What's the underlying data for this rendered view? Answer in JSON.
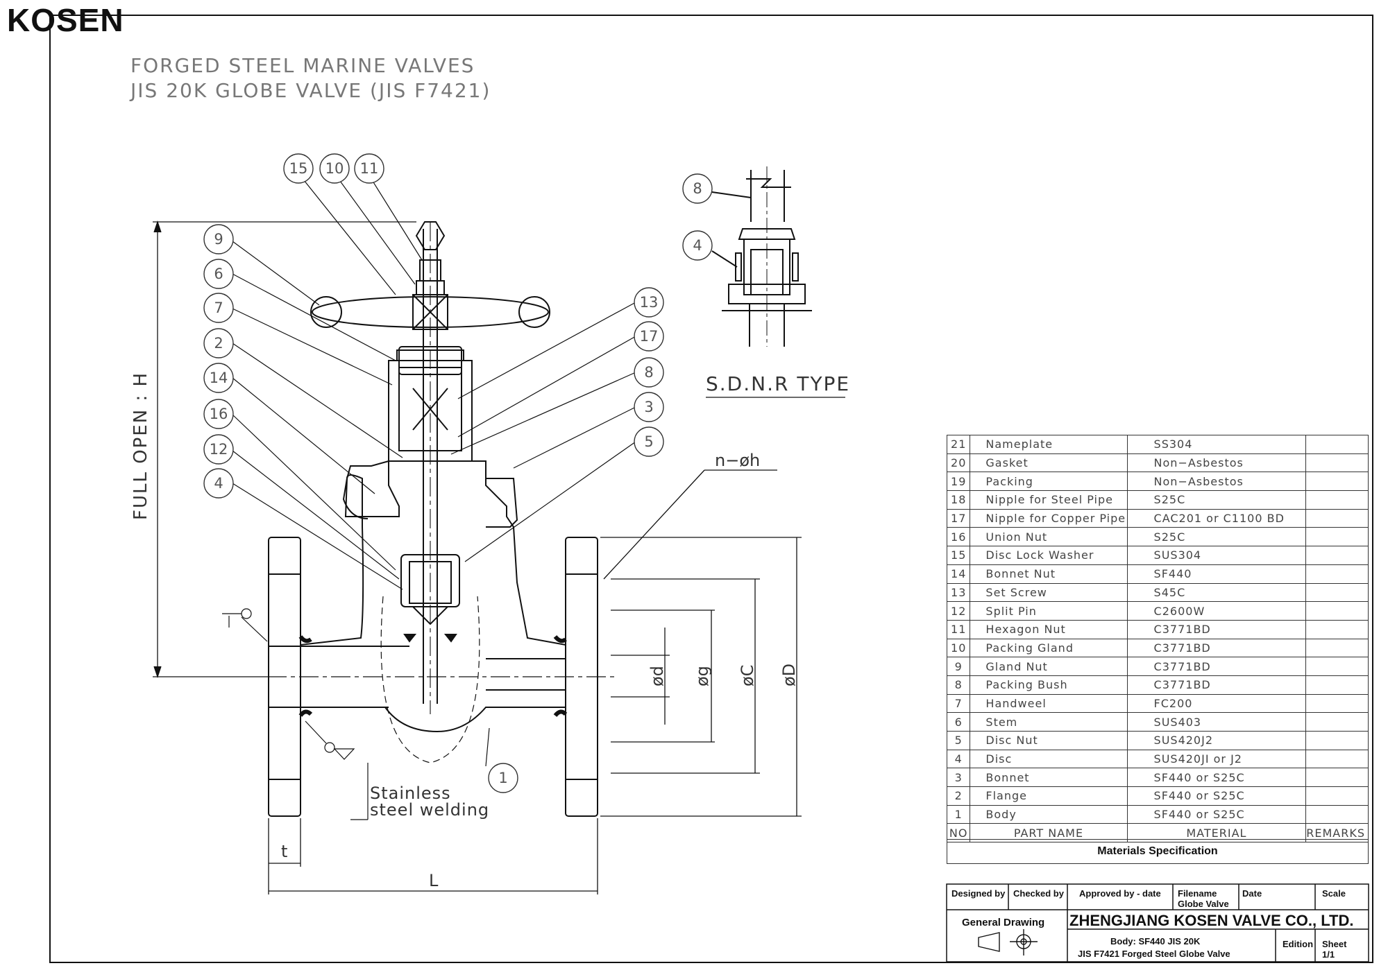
{
  "brand": {
    "logo": "KOSEN"
  },
  "title": {
    "line1": "FORGED STEEL MARINE VALVES",
    "line2": "JIS 20K GLOBE VALVE (JIS F7421)"
  },
  "drawing_labels": {
    "sdnr_type": "S.D.N.R TYPE",
    "full_open": "FULL OPEN : H",
    "n_h": "n−øh",
    "od": "ød",
    "og": "øg",
    "oc": "øC",
    "oD": "øD",
    "t": "t",
    "L": "L",
    "welding_1": "Stainless",
    "welding_2": "steel welding"
  },
  "balloons": [
    "15",
    "10",
    "11",
    "9",
    "6",
    "7",
    "2",
    "14",
    "16",
    "12",
    "4",
    "13",
    "17",
    "8",
    "3",
    "5",
    "1",
    "8",
    "4"
  ],
  "parts_table": {
    "header": {
      "no": "NO",
      "name": "PART NAME",
      "material": "MATERIAL",
      "remarks": "REMARKS"
    },
    "rows": [
      {
        "no": "21",
        "name": "Nameplate",
        "material": "SS304"
      },
      {
        "no": "20",
        "name": "Gasket",
        "material": "Non−Asbestos"
      },
      {
        "no": "19",
        "name": "Packing",
        "material": "Non−Asbestos"
      },
      {
        "no": "18",
        "name": "Nipple for Steel Pipe",
        "material": "S25C"
      },
      {
        "no": "17",
        "name": "Nipple for Copper Pipe",
        "material": "CAC201 or C1100 BD"
      },
      {
        "no": "16",
        "name": "Union Nut",
        "material": "S25C"
      },
      {
        "no": "15",
        "name": "Disc Lock Washer",
        "material": "SUS304"
      },
      {
        "no": "14",
        "name": "Bonnet Nut",
        "material": "SF440"
      },
      {
        "no": "13",
        "name": "Set Screw",
        "material": "S45C"
      },
      {
        "no": "12",
        "name": "Split Pin",
        "material": "C2600W"
      },
      {
        "no": "11",
        "name": "Hexagon Nut",
        "material": "C3771BD"
      },
      {
        "no": "10",
        "name": "Packing Gland",
        "material": "C3771BD"
      },
      {
        "no": "9",
        "name": "Gland Nut",
        "material": "C3771BD"
      },
      {
        "no": "8",
        "name": "Packing Bush",
        "material": "C3771BD"
      },
      {
        "no": "7",
        "name": "Handweel",
        "material": "FC200"
      },
      {
        "no": "6",
        "name": "Stem",
        "material": "SUS403"
      },
      {
        "no": "5",
        "name": "Disc Nut",
        "material": "SUS420J2"
      },
      {
        "no": "4",
        "name": "Disc",
        "material": "SUS420JI or J2"
      },
      {
        "no": "3",
        "name": "Bonnet",
        "material": "SF440 or S25C"
      },
      {
        "no": "2",
        "name": "Flange",
        "material": "SF440 or S25C"
      },
      {
        "no": "1",
        "name": "Body",
        "material": "SF440 or S25C"
      }
    ],
    "caption": "Materials Specification"
  },
  "title_block": {
    "designed_by": "Designed by",
    "checked_by": "Checked by",
    "approved_by": "Approved by - date",
    "filename_label": "Filename",
    "filename": "Globe Valve",
    "date": "Date",
    "scale": "Scale",
    "general_drawing": "General Drawing",
    "company": "ZHENGJIANG KOSEN VALVE CO., LTD.",
    "desc1": "Body: SF440  JIS 20K",
    "desc2": "JIS F7421 Forged Steel Globe Valve",
    "edition": "Edition",
    "sheet": "Sheet",
    "sheet_value": "1/1"
  }
}
